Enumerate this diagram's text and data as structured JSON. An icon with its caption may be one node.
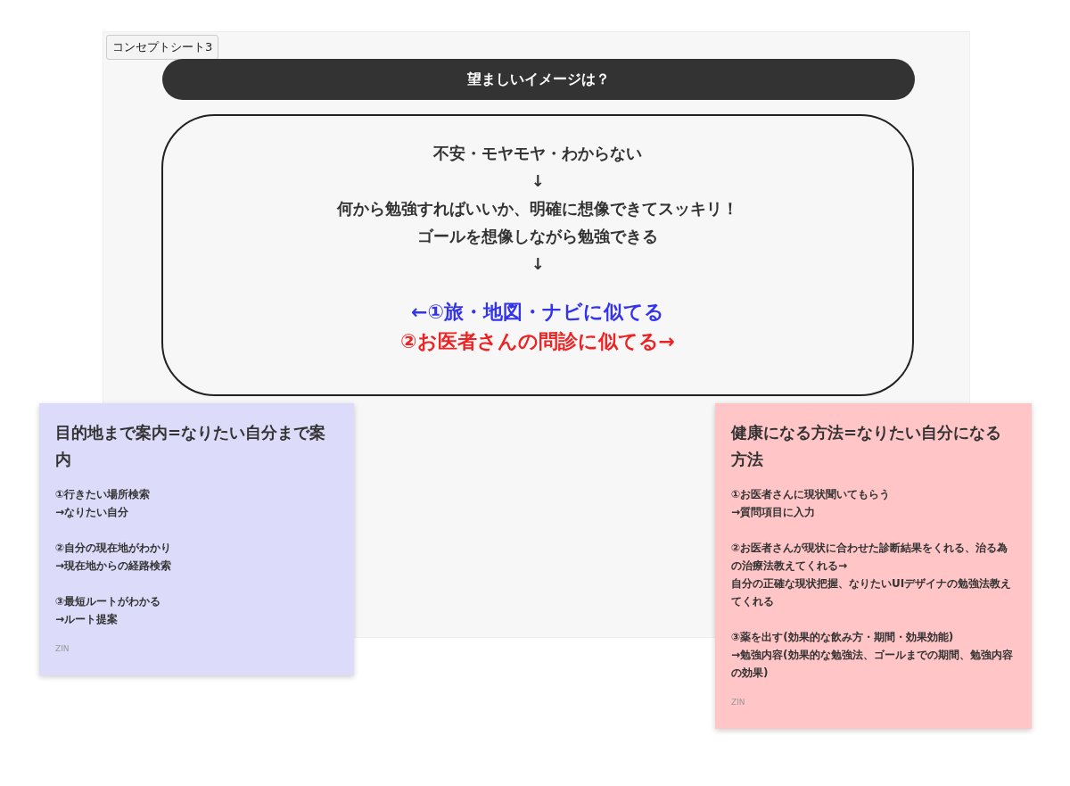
{
  "diagram": {
    "nodes": [
      {
        "text": [
          "コンセプトシート3"
        ]
      },
      {
        "text": [
          "望ましいイメージは？"
        ],
        "in": 0
      },
      {
        "text": [
          "不安・モヤモヤ・わからない",
          "↓",
          "何から勉強すればいいか、明確に想像できてスッキリ！",
          "ゴールを想像しながら勉強できる",
          "↓",
          "←①旅・地図・ナビに似てる",
          "②お医者さんの問診に似てる→"
        ],
        "in": 0
      },
      {
        "text": [
          "目的地まで案内=なりたい自分まで案内",
          "①行きたい場所検索",
          "→なりたい自分",
          "②自分の現在地がわかり",
          "→現在地からの経路検索",
          "③最短ルートがわかる",
          "→ルート提案",
          "ZIN"
        ]
      },
      {
        "text": [
          "健康になる方法=なりたい自分になる方法",
          "①お医者さんに現状聞いてもらう",
          "→質問項目に入力",
          "②お医者さんが現状に合わせた診断結果をくれる、治る為の治療法教えてくれる→",
          "自分の正確な現状把握、なりたいUIデザイナの勉強法教えてくれる",
          "③薬を出す(効果的な飲み方・期間・効果効能)",
          "→勉強内容(効果的な勉強法、ゴールまでの期間、勉強内容の効果)",
          "ZIN"
        ]
      }
    ],
    "edges": []
  }
}
